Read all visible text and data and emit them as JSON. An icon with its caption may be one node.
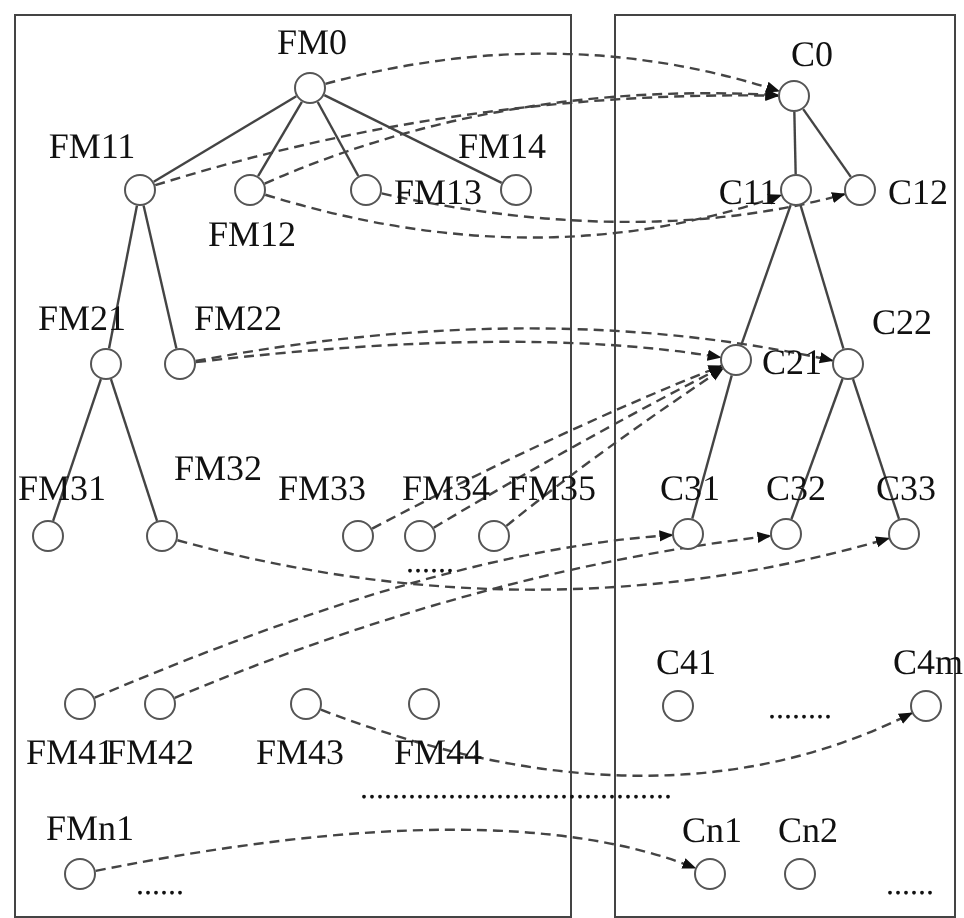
{
  "diagram": {
    "nodes": [
      {
        "text": [
          "FM0"
        ]
      },
      {
        "text": [
          "FM11"
        ]
      },
      {
        "text": [
          "FM12"
        ]
      },
      {
        "text": [
          "FM13"
        ]
      },
      {
        "text": [
          "FM14"
        ]
      },
      {
        "text": [
          "FM21"
        ]
      },
      {
        "text": [
          "FM22"
        ]
      },
      {
        "text": [
          "FM31"
        ]
      },
      {
        "text": [
          "FM32"
        ]
      },
      {
        "text": [
          "FM33"
        ]
      },
      {
        "text": [
          "FM34"
        ]
      },
      {
        "text": [
          "FM35"
        ]
      },
      {
        "text": [
          "FM41"
        ]
      },
      {
        "text": [
          "FM42"
        ]
      },
      {
        "text": [
          "FM43"
        ]
      },
      {
        "text": [
          "FM44"
        ]
      },
      {
        "text": [
          "FMn1"
        ]
      },
      {
        "text": [
          "C0"
        ]
      },
      {
        "text": [
          "C11"
        ]
      },
      {
        "text": [
          "C12"
        ]
      },
      {
        "text": [
          "C21"
        ]
      },
      {
        "text": [
          "C22"
        ]
      },
      {
        "text": [
          "C31"
        ]
      },
      {
        "text": [
          "C32"
        ]
      },
      {
        "text": [
          "C33"
        ]
      },
      {
        "text": [
          "C41"
        ]
      },
      {
        "text": [
          "C4m"
        ]
      },
      {
        "text": [
          "Cn1"
        ]
      },
      {
        "text": [
          "Cn2"
        ]
      }
    ],
    "edges": [
      {
        "from": 0,
        "to": 1,
        "arrow": "none"
      },
      {
        "from": 0,
        "to": 2,
        "arrow": "none"
      },
      {
        "from": 0,
        "to": 3,
        "arrow": "none"
      },
      {
        "from": 0,
        "to": 4,
        "arrow": "none"
      },
      {
        "from": 1,
        "to": 5,
        "arrow": "none"
      },
      {
        "from": 1,
        "to": 6,
        "arrow": "none"
      },
      {
        "from": 5,
        "to": 7,
        "arrow": "none"
      },
      {
        "from": 5,
        "to": 8,
        "arrow": "none"
      },
      {
        "from": 17,
        "to": 18,
        "arrow": "none"
      },
      {
        "from": 17,
        "to": 19,
        "arrow": "none"
      },
      {
        "from": 18,
        "to": 20,
        "arrow": "none"
      },
      {
        "from": 18,
        "to": 21,
        "arrow": "none"
      },
      {
        "from": 20,
        "to": 22,
        "arrow": "none"
      },
      {
        "from": 21,
        "to": 23,
        "arrow": "none"
      },
      {
        "from": 21,
        "to": 24,
        "arrow": "none"
      },
      {
        "from": 0,
        "to": 17,
        "arrow": "to",
        "style": "dashed"
      },
      {
        "from": 1,
        "to": 17,
        "arrow": "to",
        "style": "dashed"
      },
      {
        "from": 2,
        "to": 17,
        "arrow": "to",
        "style": "dashed"
      },
      {
        "from": 2,
        "to": 18,
        "arrow": "to",
        "style": "dashed"
      },
      {
        "from": 3,
        "to": 19,
        "arrow": "to",
        "style": "dashed"
      },
      {
        "from": 6,
        "to": 21,
        "arrow": "to",
        "style": "dashed"
      },
      {
        "from": 6,
        "to": 20,
        "arrow": "to",
        "style": "dashed"
      },
      {
        "from": 9,
        "to": 20,
        "arrow": "to",
        "style": "dashed"
      },
      {
        "from": 10,
        "to": 20,
        "arrow": "to",
        "style": "dashed"
      },
      {
        "from": 11,
        "to": 20,
        "arrow": "to",
        "style": "dashed"
      },
      {
        "from": 8,
        "to": 24,
        "arrow": "to",
        "style": "dashed"
      },
      {
        "from": 12,
        "to": 22,
        "arrow": "to",
        "style": "dashed"
      },
      {
        "from": 13,
        "to": 23,
        "arrow": "to",
        "style": "dashed"
      },
      {
        "from": 14,
        "to": 26,
        "arrow": "to",
        "style": "dashed"
      },
      {
        "from": 16,
        "to": 27,
        "arrow": "to",
        "style": "dashed"
      }
    ],
    "labels": [
      "......",
      "........",
      ".......................................",
      "......",
      "......"
    ]
  }
}
